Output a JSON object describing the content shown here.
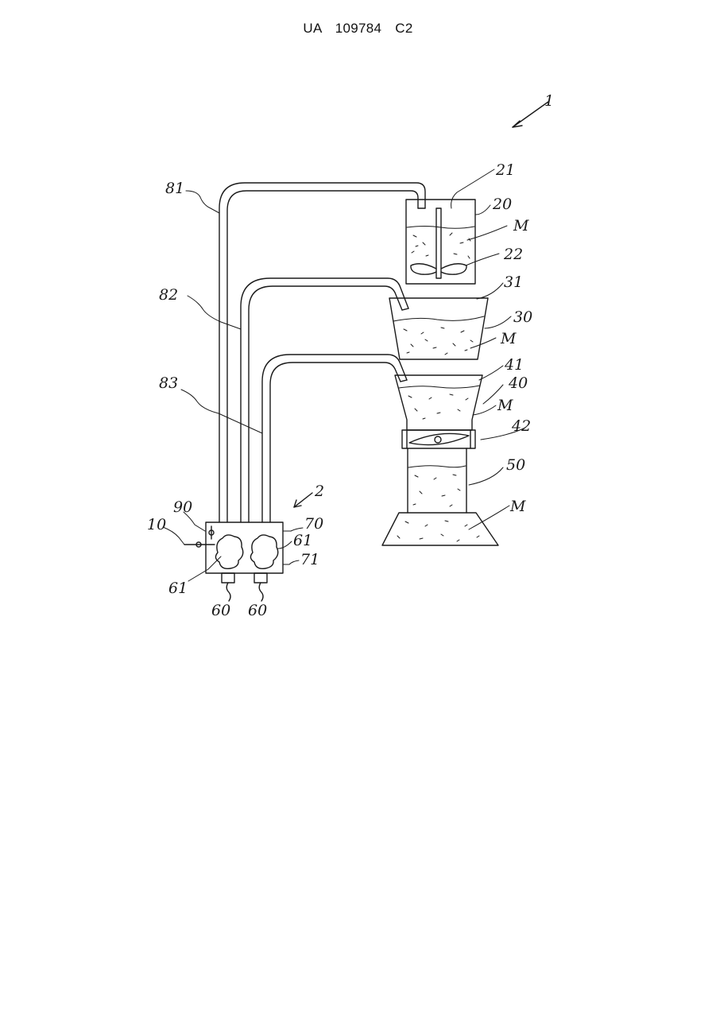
{
  "document": {
    "header": "UA 109784 C2"
  },
  "labels": {
    "l1": "1",
    "l2": "2",
    "l21": "21",
    "l20": "20",
    "lM1": "M",
    "l22": "22",
    "l31": "31",
    "l30": "30",
    "lM2": "M",
    "l41": "41",
    "l40": "40",
    "lM3": "M",
    "l42": "42",
    "l50": "50",
    "lM4": "M",
    "l81": "81",
    "l82": "82",
    "l83": "83",
    "l90": "90",
    "l10": "10",
    "l70": "70",
    "l61a": "61",
    "l71": "71",
    "l61b": "61",
    "l60a": "60",
    "l60b": "60"
  },
  "icons": {
    "device": "dispensing-apparatus-drawing",
    "mixer": "stirrer-icon",
    "valve": "valve-icon"
  }
}
